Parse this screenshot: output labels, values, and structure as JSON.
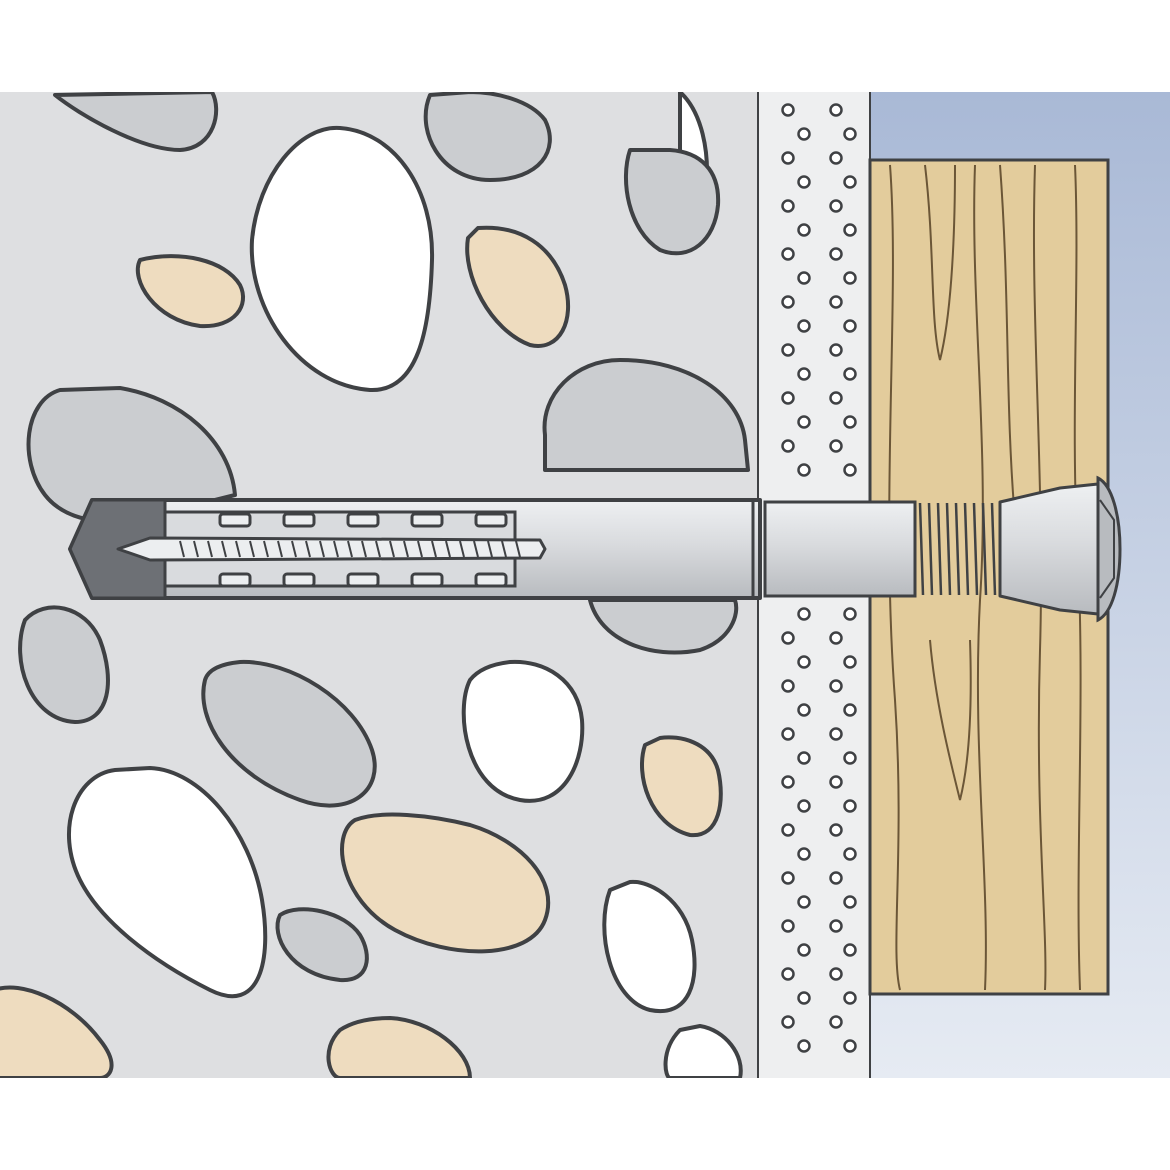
{
  "diagram": {
    "labels": [],
    "colors": {
      "background": "#ffffff",
      "concrete": "#dedfe1",
      "outline": "#3f4144",
      "aggregate_white": "#ffffff",
      "aggregate_grey": "#cbcdd0",
      "aggregate_sand": "#eedcbf",
      "plaster": "#eeeff0",
      "sky": "#bfcbe0",
      "wood": "#e3cc9c",
      "anchor_metal": "#cfd1d4",
      "anchor_dark": "#6d7075"
    },
    "parts": [
      "concrete-wall",
      "aggregate-stones",
      "plaster-layer",
      "wooden-batten",
      "frame-anchor-plug",
      "countersunk-screw",
      "background-sky"
    ]
  }
}
